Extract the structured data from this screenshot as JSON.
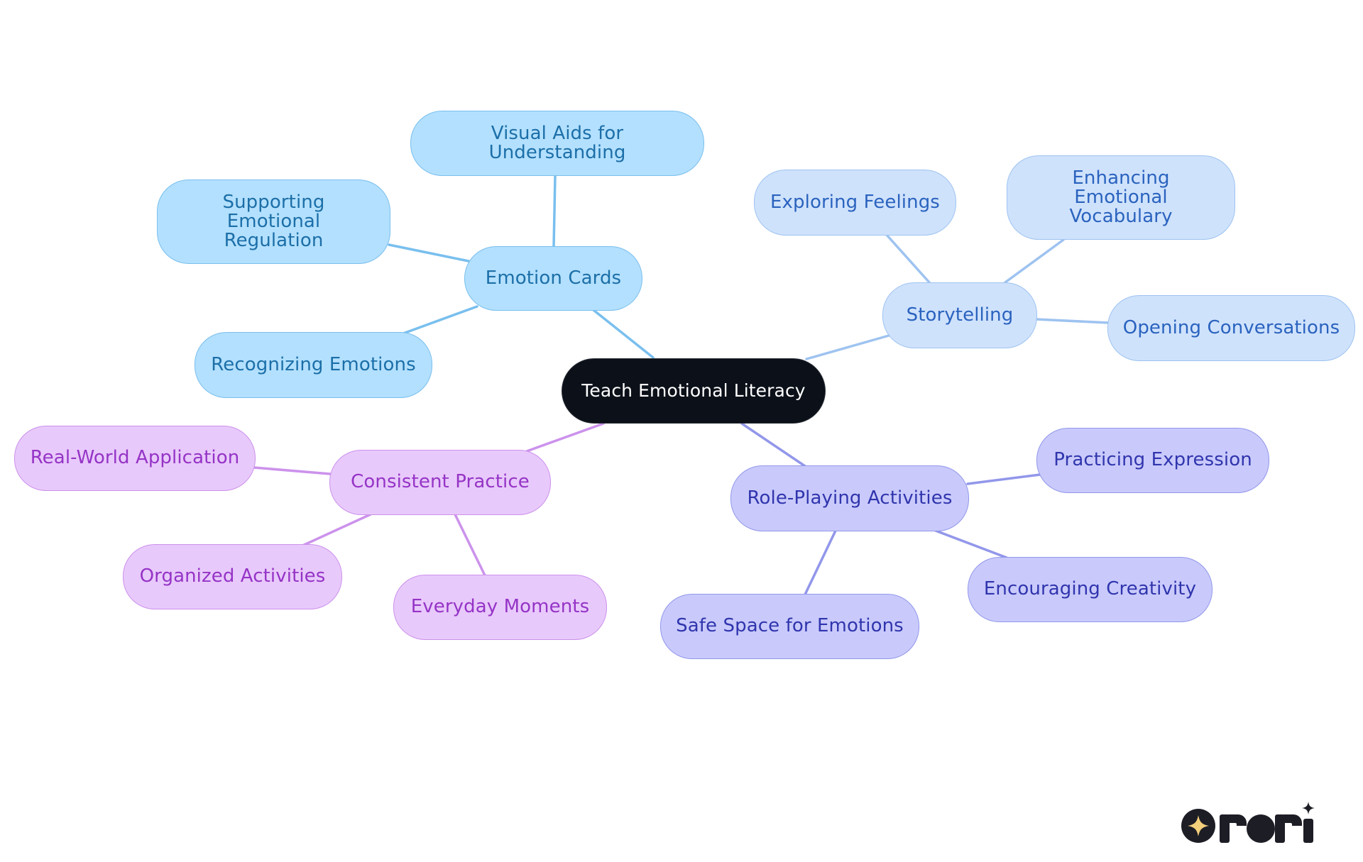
{
  "diagram": {
    "central": {
      "label": "Teach Emotional Literacy"
    },
    "branches": [
      {
        "label": "Emotion Cards",
        "color": "#b3e0fe",
        "children": [
          "Visual Aids for Understanding",
          "Supporting Emotional Regulation",
          "Recognizing Emotions"
        ]
      },
      {
        "label": "Storytelling",
        "color": "#cfe2fc",
        "children": [
          "Exploring Feelings",
          "Enhancing Emotional Vocabulary",
          "Opening Conversations"
        ]
      },
      {
        "label": "Role-Playing Activities",
        "color": "#c9cafb",
        "children": [
          "Practicing Expression",
          "Encouraging Creativity",
          "Safe Space for Emotions"
        ]
      },
      {
        "label": "Consistent Practice",
        "color": "#e8c9fb",
        "children": [
          "Real-World Application",
          "Organized Activities",
          "Everyday Moments"
        ]
      }
    ]
  },
  "logo": {
    "text": "rori",
    "icon": "sparkle-icon"
  }
}
